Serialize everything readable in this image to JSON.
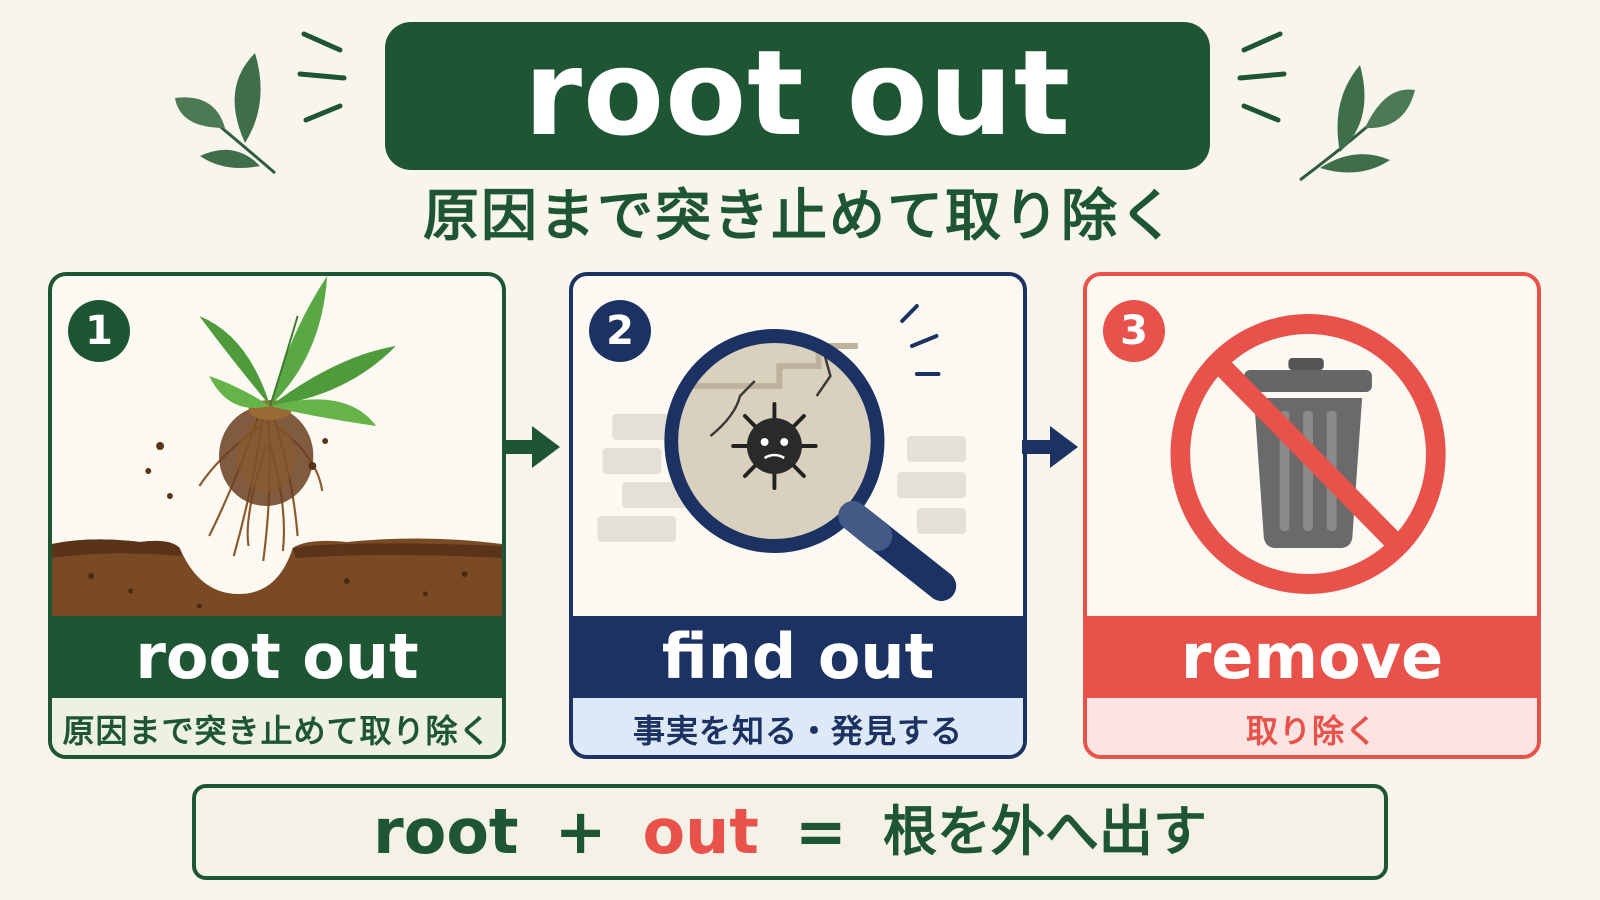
{
  "header": {
    "title": "root out",
    "subtitle": "原因まで突き止めて取り除く"
  },
  "steps": [
    {
      "number": "1",
      "label": "root out",
      "meaning": "原因まで突き止めて取り除く",
      "icon": "uprooted-plant-icon",
      "color": "#1e5634"
    },
    {
      "number": "2",
      "label": "find out",
      "meaning": "事実を知る・発見する",
      "icon": "magnifying-glass-germ-icon",
      "color": "#1c3262"
    },
    {
      "number": "3",
      "label": "remove",
      "meaning": "取り除く",
      "icon": "no-trash-icon",
      "color": "#e8524a"
    }
  ],
  "formula": {
    "left": "root",
    "plus": "+",
    "right": "out",
    "equals": "=",
    "result": "根を外へ出す"
  },
  "colors": {
    "green": "#1e5634",
    "navy": "#1c3262",
    "red": "#e8524a",
    "background": "#f8f5ec"
  }
}
